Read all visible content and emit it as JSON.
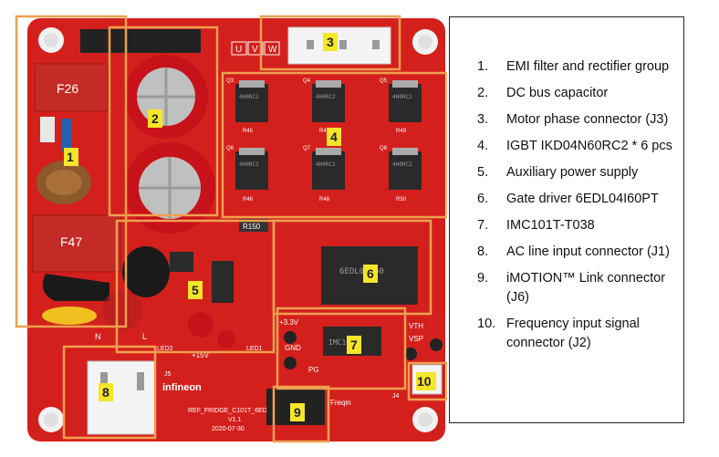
{
  "callouts": [
    {
      "num": "1"
    },
    {
      "num": "2"
    },
    {
      "num": "3"
    },
    {
      "num": "4"
    },
    {
      "num": "5"
    },
    {
      "num": "6"
    },
    {
      "num": "7"
    },
    {
      "num": "8"
    },
    {
      "num": "9"
    },
    {
      "num": "10"
    }
  ],
  "board": {
    "phase_labels": [
      "U",
      "V",
      "W"
    ],
    "silk_labels": {
      "f26": "F26",
      "f47": "F47",
      "r150": "R150",
      "vth": "VTH",
      "vsp": "VSP",
      "gnd": "GND",
      "v33": "+3.3V",
      "v15": "+15V",
      "pg": "PG",
      "fregin": "Freqin",
      "led1": "LED1",
      "led2": "LED2",
      "n": "N",
      "l": "L",
      "j5": "J5",
      "j4": "J4",
      "ref": "REF_FRIDGE_C101T_6ED",
      "ver": "V1.1",
      "date": "2020-07-30",
      "brand": "infineon"
    },
    "igbt_labels": [
      {
        "ref": "Q3",
        "res": "R45",
        "mark": "4H0RC2"
      },
      {
        "ref": "Q4",
        "res": "R47",
        "mark": "4H0RC2"
      },
      {
        "ref": "Q5",
        "res": "R49",
        "mark": "4H0RC2"
      },
      {
        "ref": "Q6",
        "res": "R46",
        "mark": "4H0RC2"
      },
      {
        "ref": "Q7",
        "res": "R48",
        "mark": "4H0RC2"
      },
      {
        "ref": "Q8",
        "res": "R50",
        "mark": "4H0RC2"
      }
    ],
    "gate_driver_mark": "6EDL04I60",
    "imc_mark": "IMC101T"
  },
  "legend": {
    "items": [
      {
        "num": "1.",
        "text": "EMI filter and rectifier group"
      },
      {
        "num": "2.",
        "text": "DC bus capacitor"
      },
      {
        "num": "3.",
        "text": "Motor phase connector (J3)"
      },
      {
        "num": "4.",
        "text": "IGBT IKD04N60RC2 * 6 pcs"
      },
      {
        "num": "5.",
        "text": "Auxiliary power supply"
      },
      {
        "num": "6.",
        "text": "Gate driver 6EDL04I60PT"
      },
      {
        "num": "7.",
        "text": "IMC101T-T038"
      },
      {
        "num": "8.",
        "text": "AC line input connector (J1)"
      },
      {
        "num": "9.",
        "text": "iMOTION™ Link connector (J6)"
      },
      {
        "num": "10.",
        "text": "Frequency input signal connector (J2)"
      }
    ]
  },
  "colors": {
    "pcb": "#d4201c",
    "pcb_dark": "#b01512",
    "highlight_box": "#f0a050",
    "callout_fill": "#f5e62a",
    "capacitor": "#c8121a",
    "chip": "#2a2a2a"
  }
}
